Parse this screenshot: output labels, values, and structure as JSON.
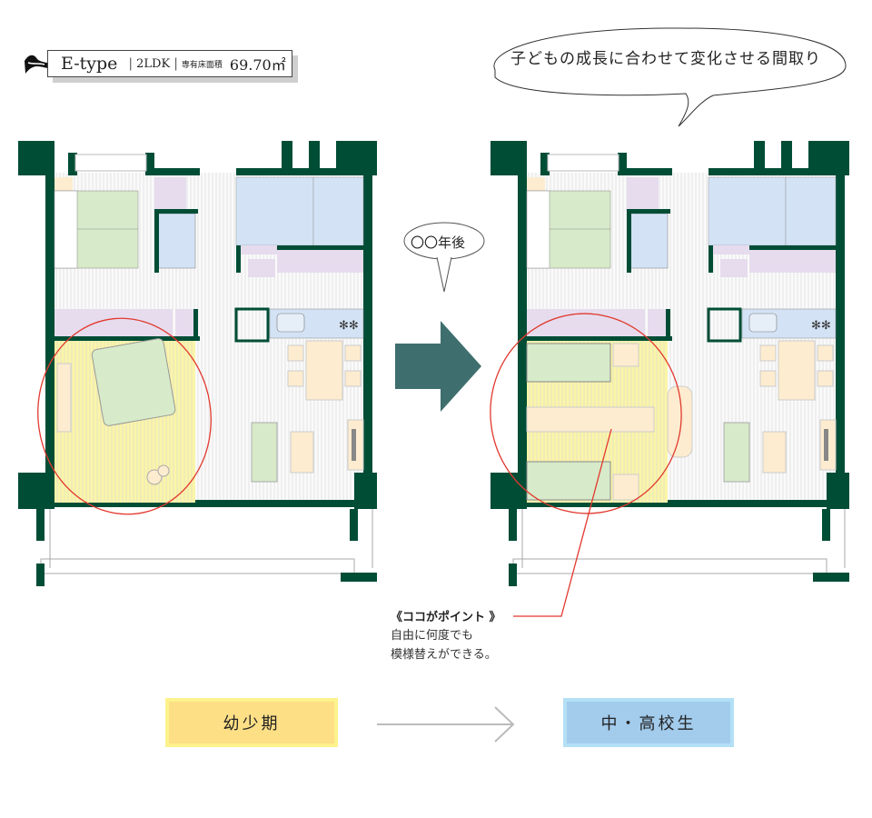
{
  "header": {
    "type_name": "E-type",
    "separator": "|",
    "layout": "2LDK",
    "area_label": "専有床面積",
    "area_value": "69.70㎡",
    "logo_icon": "swoosh-logo-icon"
  },
  "callout_main": {
    "text": "子どもの成長に合わせて変化させる間取り"
  },
  "callout_years": {
    "text": "〇〇年後"
  },
  "transition_arrow": {
    "icon": "right-arrow-icon",
    "color": "#3e6f6e"
  },
  "point_note": {
    "title": "《ココがポイント 》",
    "lines": [
      "自由に何度でも",
      "模様替えができる。"
    ],
    "leader_color": "#e2392e"
  },
  "stages": {
    "before": {
      "label": "幼少期",
      "color": "#fddf86"
    },
    "after": {
      "label": "中・高校生",
      "color": "#a2cbec"
    },
    "arrow_icon": "thin-right-arrow-icon"
  },
  "plans": {
    "left": {
      "name": "floor-plan-before",
      "highlight": "play-room",
      "highlight_color": "#fbf5a8"
    },
    "right": {
      "name": "floor-plan-after",
      "highlight": "two-bed-study-room",
      "highlight_color": "#fbf5a8"
    }
  },
  "colors": {
    "wall": "#004d36",
    "wet_area": "#d3e3f5",
    "storage": "#e6dcee",
    "tatami": "#d7eac9",
    "furniture": "#fdeccf",
    "circle": "#e2392e"
  }
}
